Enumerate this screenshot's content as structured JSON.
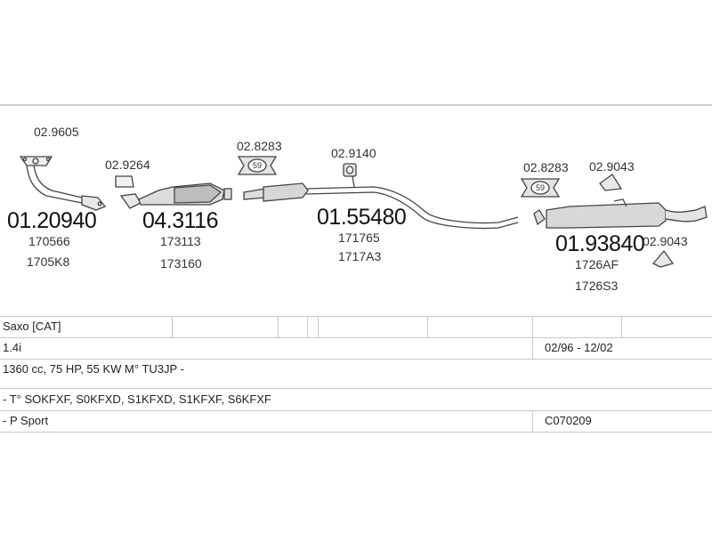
{
  "parts": {
    "gasket_1": "02.9605",
    "front_pipe": "01.20940",
    "front_pipe_oe1": "170566",
    "front_pipe_oe2": "1705K8",
    "gasket_2": "02.9264",
    "catalyst": "04.3116",
    "catalyst_oe1": "173113",
    "catalyst_oe2": "173160",
    "ring_1": "02.8283",
    "ring_1_mark": "59",
    "mount_1": "02.9140",
    "middle_silencer": "01.55480",
    "middle_oe1": "171765",
    "middle_oe2": "1717A3",
    "ring_2": "02.8283",
    "ring_2_mark": "59",
    "mount_2": "02.9043",
    "rear_silencer": "01.93840",
    "rear_oe1": "1726AF",
    "rear_oe2": "1726S3",
    "mount_3": "02.9043"
  },
  "vehicle": {
    "model": "Saxo  [CAT]",
    "engine": "1.4i",
    "period": "02/96 - 12/02",
    "specs": "1360 cc, 75 HP, 55 KW M° TU3JP -",
    "types": "- T° SOKFXF, S0KFXD, S1KFXD, S1KFXF, S6KFXF",
    "version": "- P Sport",
    "code": "C070209"
  }
}
